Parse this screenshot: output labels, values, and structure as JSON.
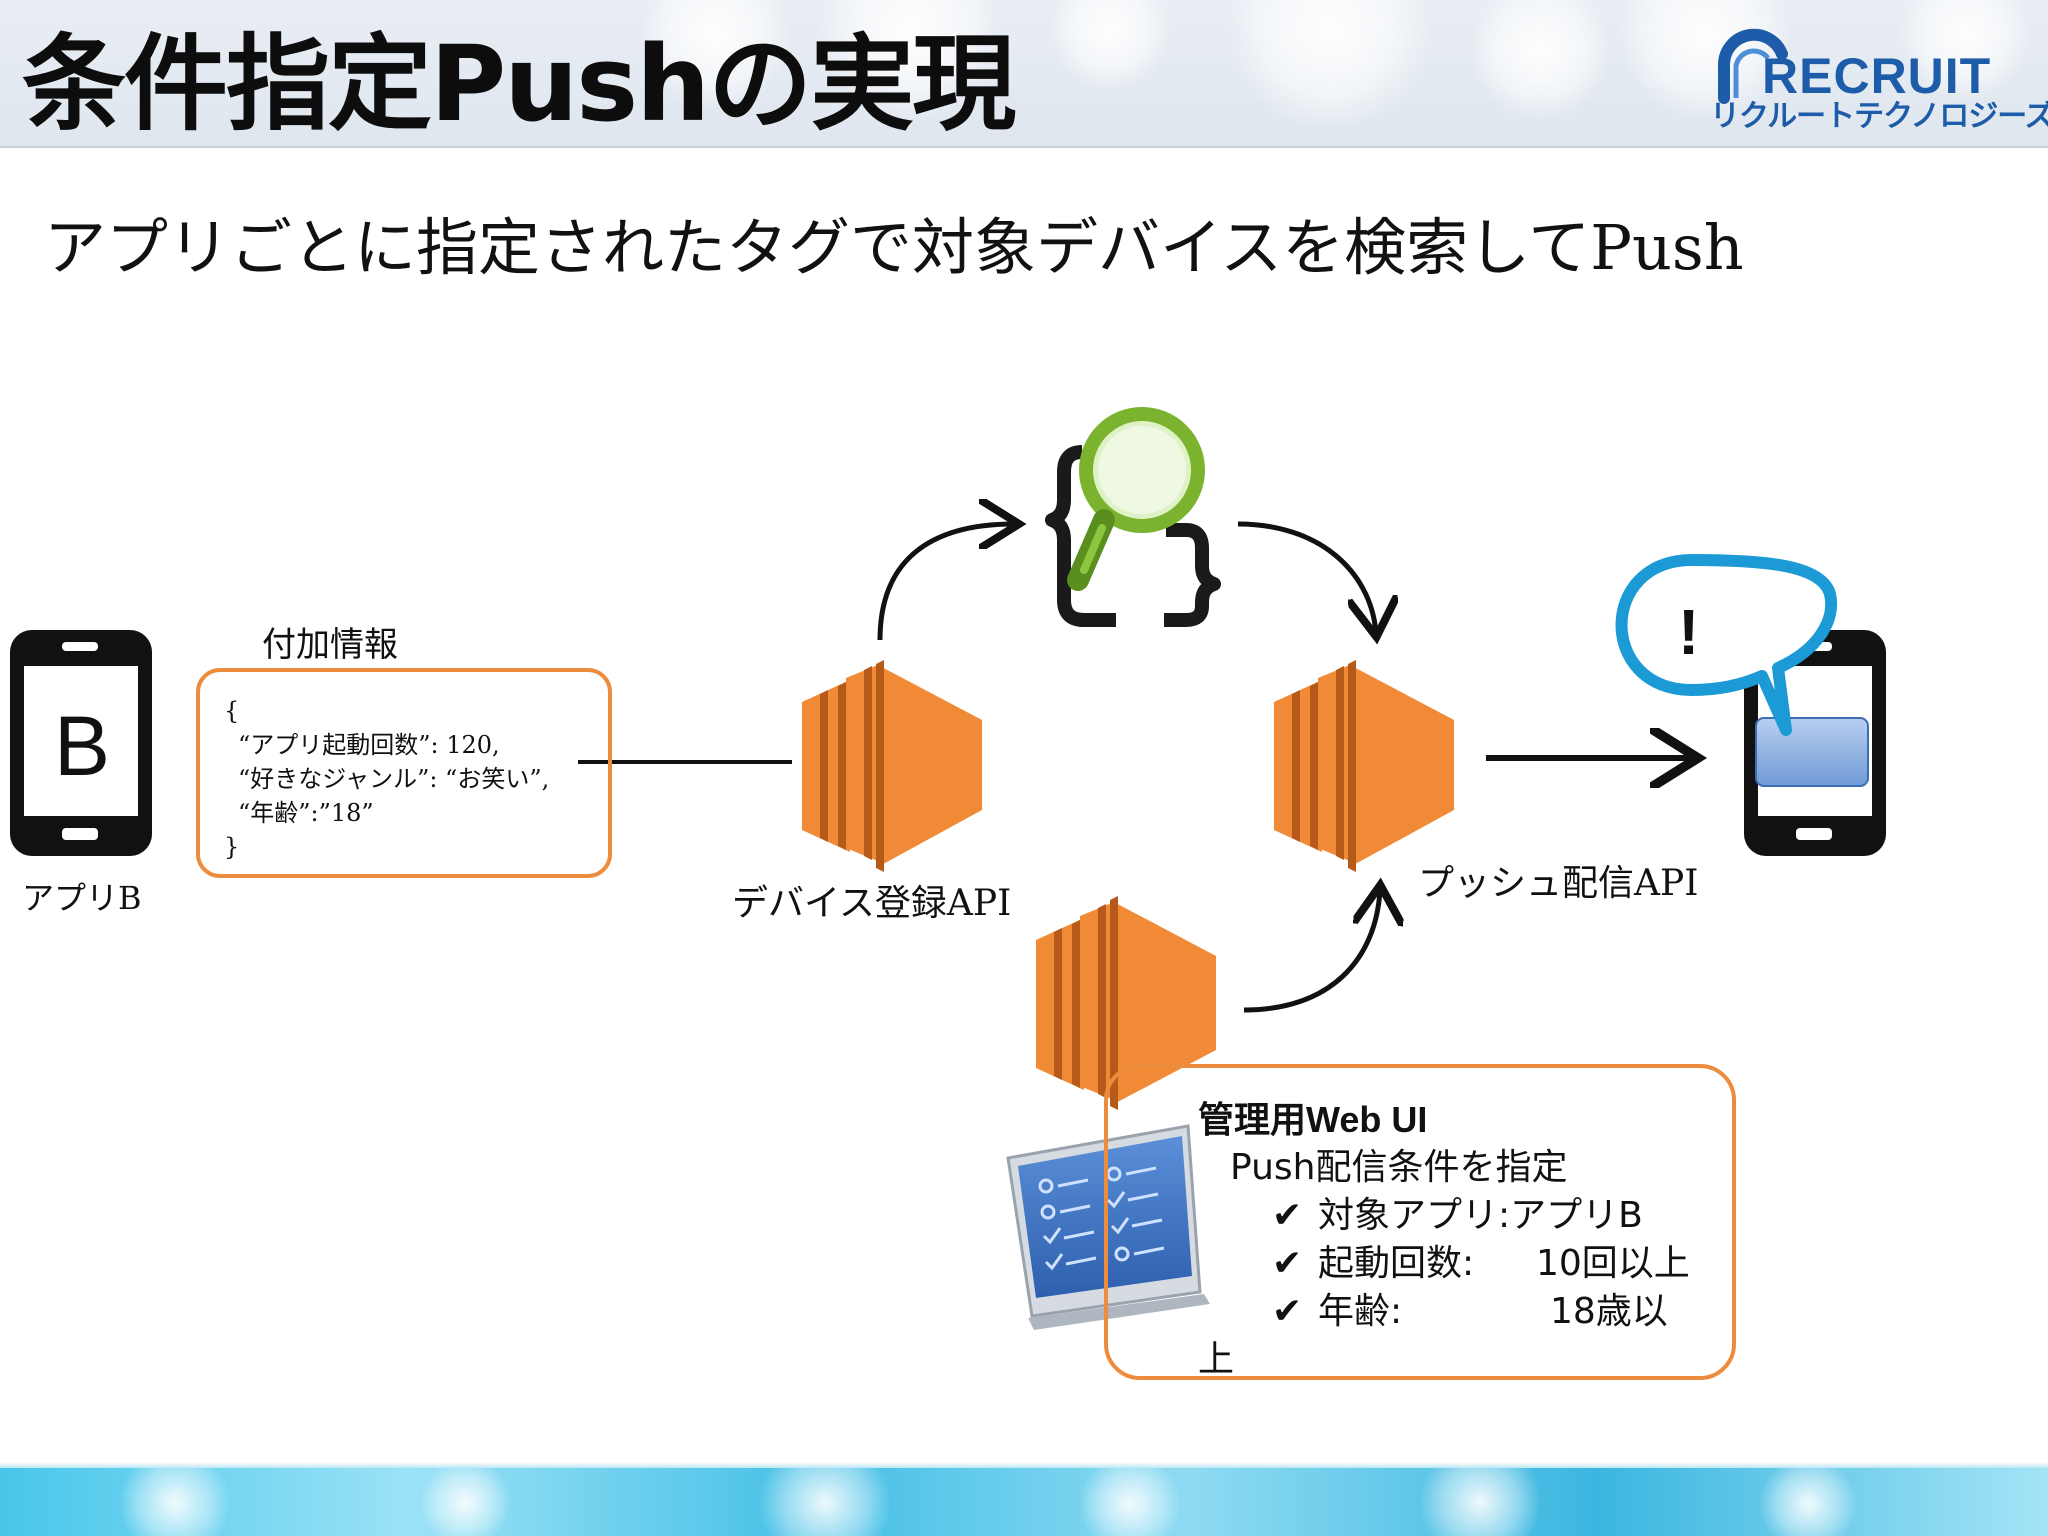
{
  "header": {
    "title": "条件指定Pushの実現",
    "logo": {
      "word": "RECRUIT",
      "sub": "リクルートテクノロジーズ"
    }
  },
  "subtitle": "アプリごとに指定されたタグで対象デバイスを検索してPush",
  "diagram": {
    "phone_letter": "B",
    "phone_label": "アプリB",
    "payload_title": "付加情報",
    "payload_lines": [
      "{",
      "“アプリ起動回数”: 120,",
      "“好きなジャンル”: “お笑い”,",
      "“年齢”:”18”",
      "}"
    ],
    "device_api_label": "デバイス登録API",
    "push_api_label": "プッシュ配信API",
    "alert_mark": "!",
    "admin": {
      "title": "管理用Web UI",
      "subtitle": "Push配信条件を指定",
      "conditions": [
        {
          "check": "✔",
          "key": "対象アプリ:アプリB",
          "value": ""
        },
        {
          "check": "✔",
          "key": "起動回数:",
          "value": "10回以上"
        },
        {
          "check": "✔",
          "key": "年齢:",
          "value": "18歳以"
        }
      ],
      "wrap_char": "上"
    },
    "colors": {
      "orange": "#f08a36",
      "orange_dark": "#b65a1a",
      "box_border": "#ee8c3e",
      "search_green": "#7bb32e",
      "bubble_blue": "#1c9ad6",
      "screen_blue": "#7fa8de"
    },
    "icons": [
      "smartphone-icon",
      "server-icon",
      "search-code-icon",
      "speech-bubble-icon",
      "monitor-checklist-icon"
    ]
  }
}
